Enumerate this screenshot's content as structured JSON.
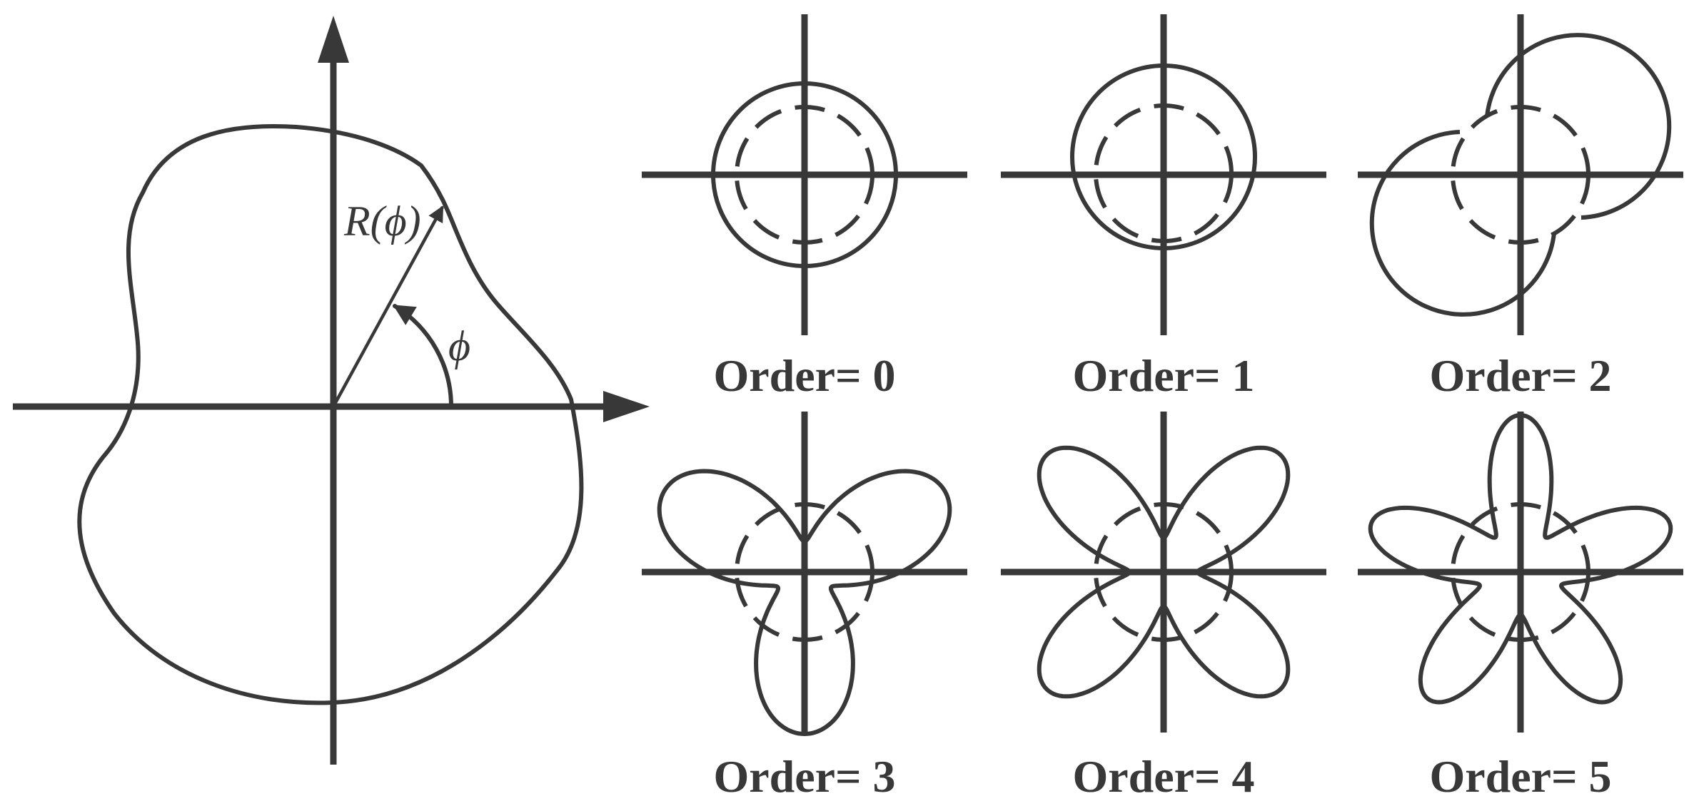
{
  "colors": {
    "ink": "#383838",
    "background": "#ffffff"
  },
  "main_figure": {
    "radius_label": "R(ϕ)",
    "angle_label": "ϕ"
  },
  "panels": [
    {
      "order": 0,
      "caption": "Order= 0"
    },
    {
      "order": 1,
      "caption": "Order= 1"
    },
    {
      "order": 2,
      "caption": "Order= 2"
    },
    {
      "order": 3,
      "caption": "Order= 3"
    },
    {
      "order": 4,
      "caption": "Order= 4"
    },
    {
      "order": 5,
      "caption": "Order= 5"
    }
  ]
}
